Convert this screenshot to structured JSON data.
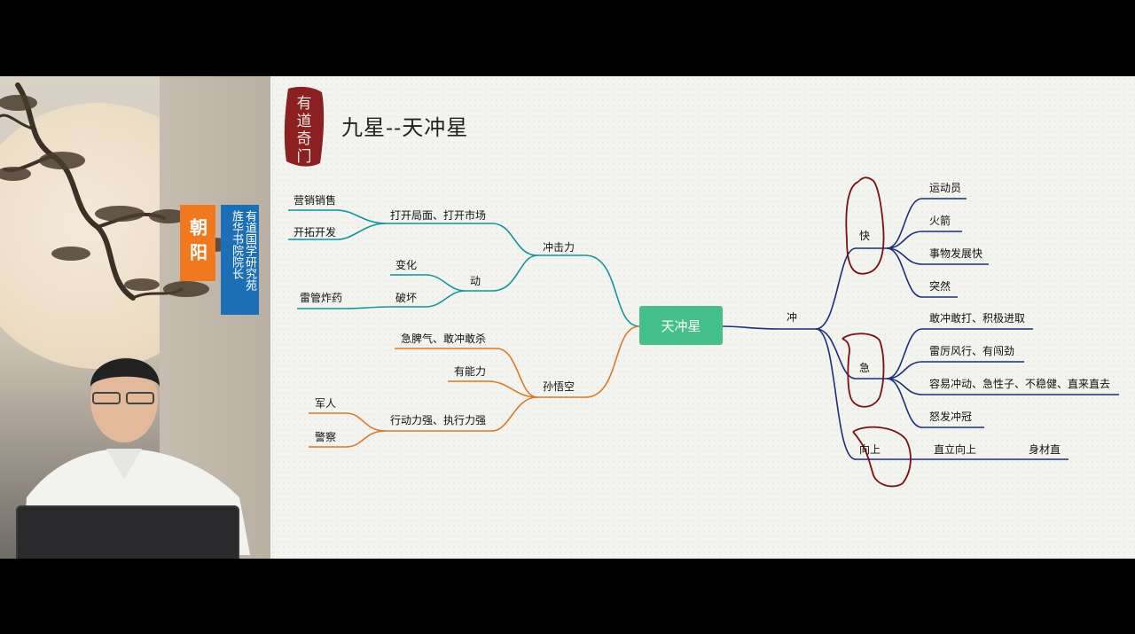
{
  "presenter": {
    "name": "朝阳",
    "title": "有道国学研究苑\n旌华书院院长"
  },
  "slide": {
    "seal_text": "有道奇门",
    "title": "九星--天冲星"
  },
  "mindmap": {
    "center": "天冲星",
    "left": {
      "branch1": {
        "label": "冲击力",
        "sub1": {
          "label": "打开局面、打开市场",
          "leaves": [
            "营销销售",
            "开拓开发"
          ]
        },
        "sub2": {
          "label": "动",
          "leaves": [
            "变化",
            "破坏"
          ],
          "extra": "雷管炸药"
        }
      },
      "branch2": {
        "label": "孙悟空",
        "sub1": "急脾气、敢冲敢杀",
        "sub2": "有能力",
        "sub3": {
          "label": "行动力强、执行力强",
          "leaves": [
            "军人",
            "警察"
          ]
        }
      }
    },
    "right": {
      "branch": {
        "label": "冲",
        "kuai": {
          "label": "快",
          "leaves": [
            "运动员",
            "火箭",
            "事物发展快",
            "突然"
          ]
        },
        "ji": {
          "label": "急",
          "leaves": [
            "敢冲敢打、积极进取",
            "雷厉风行、有闯劲",
            "容易冲动、急性子、不稳健、直来直去",
            "怒发冲冠"
          ]
        },
        "xiangshang": {
          "label": "向上",
          "leaves": [
            "直立向上",
            "身材直"
          ]
        }
      }
    },
    "colors": {
      "teal": "#13959e",
      "orange": "#d67b2a",
      "navy": "#1d2e7a",
      "center_bg": "#46c08a",
      "annotation": "#7a1010"
    }
  }
}
